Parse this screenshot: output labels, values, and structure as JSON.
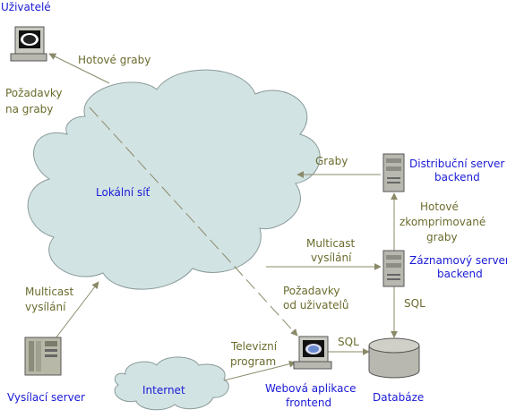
{
  "colors": {
    "node_label": "#1a1ad6",
    "edge_label": "#6b6b2e",
    "cloud_fill": "#d2e3e3",
    "cloud_stroke": "#8a9a9a",
    "arrow": "#8a8a6a"
  },
  "nodes": {
    "users": {
      "label": "Uživatelé",
      "icon": "user-computer-icon"
    },
    "lan": {
      "label": "Lokální síť",
      "icon": "cloud-icon"
    },
    "distribution_server": {
      "line1": "Distribuční server",
      "line2": "backend",
      "icon": "server-tower-icon"
    },
    "recording_server": {
      "line1": "Záznamový server",
      "line2": "backend",
      "icon": "server-tower-icon"
    },
    "broadcast_server": {
      "label": "Vysílací server",
      "icon": "broadcast-server-icon"
    },
    "internet": {
      "label": "Internet",
      "icon": "cloud-icon"
    },
    "web_app": {
      "line1": "Webová aplikace",
      "line2": "frontend",
      "icon": "computer-icon"
    },
    "database": {
      "label": "Databáze",
      "icon": "database-cylinder-icon"
    }
  },
  "edges": {
    "finished_grabs": "Hotové graby",
    "grab_requests": {
      "line1": "Požadavky",
      "line2": "na graby"
    },
    "grabs": "Graby",
    "compressed_grabs": {
      "line1": "Hotové",
      "line2": "zkomprimované",
      "line3": "graby"
    },
    "multicast_to_recording": {
      "line1": "Multicast",
      "line2": "vysílání"
    },
    "multicast_from_broadcast": {
      "line1": "Multicast",
      "line2": "vysílání"
    },
    "user_requests": {
      "line1": "Požadavky",
      "line2": "od uživatelů"
    },
    "sql_recording": "SQL",
    "sql_web": "SQL",
    "tv_program": {
      "line1": "Televizní",
      "line2": "program"
    }
  }
}
